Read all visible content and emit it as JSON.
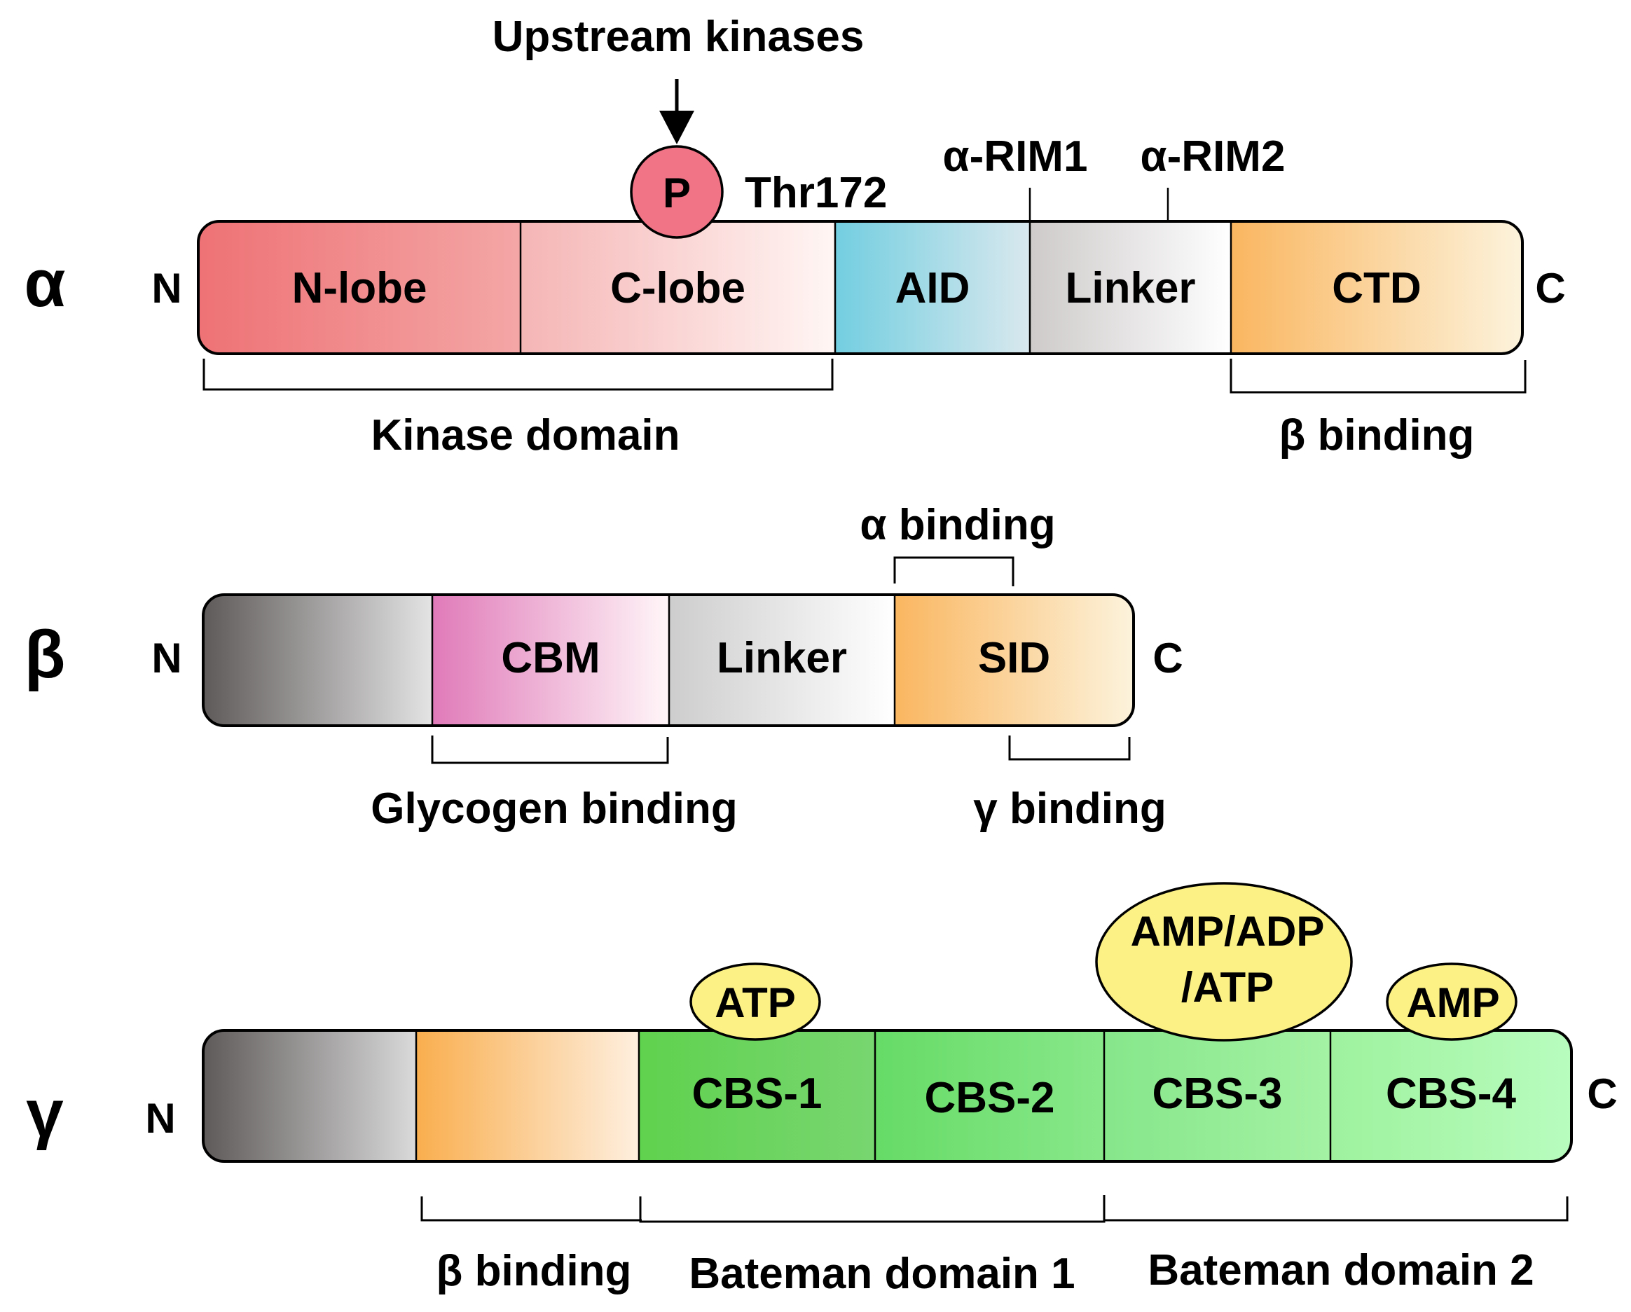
{
  "title": "AMPK subunit domain structure",
  "colors": {
    "phospho": "#F07386",
    "ligand": "#FBF184",
    "stroke": "#000000"
  },
  "proteins": [
    {
      "id": "alpha",
      "symbol": "α",
      "n_label": "N",
      "c_label": "C",
      "segments": [
        {
          "label": "N-lobe",
          "from": "#EE7275",
          "to": "#F4A6A6"
        },
        {
          "label": "C-lobe",
          "from": "#F5B5B5",
          "to": "#FFF6F4"
        },
        {
          "label": "AID",
          "from": "#72CEE0",
          "to": "#D9E8EE"
        },
        {
          "label": "Linker",
          "from": "#CECACA",
          "to": "#FFFFFF"
        },
        {
          "label": "CTD",
          "from": "#FAB660",
          "to": "#FCF3DC"
        }
      ],
      "above_ticks": [
        {
          "label": "α-RIM1"
        },
        {
          "label": "α-RIM2"
        }
      ],
      "phosphosite": {
        "symbol": "P",
        "residue": "Thr172",
        "upstream": "Upstream kinases"
      },
      "brackets_below": [
        {
          "label": "Kinase domain"
        },
        {
          "label": "β binding"
        }
      ]
    },
    {
      "id": "beta",
      "symbol": "β",
      "n_label": "N",
      "c_label": "C",
      "segments": [
        {
          "label": "",
          "from": "#5F5A5A",
          "to": "#E4E4E4"
        },
        {
          "label": "CBM",
          "from": "#E07AB9",
          "to": "#FFF6F8"
        },
        {
          "label": "Linker",
          "from": "#CECDCD",
          "to": "#FFFFFF"
        },
        {
          "label": "SID",
          "from": "#FAB660",
          "to": "#FCF3DC"
        }
      ],
      "brackets_above": [
        {
          "label": "α binding"
        }
      ],
      "brackets_below": [
        {
          "label": "Glycogen binding"
        },
        {
          "label": "γ binding"
        }
      ]
    },
    {
      "id": "gamma",
      "symbol": "γ",
      "n_label": "N",
      "c_label": "C",
      "segments": [
        {
          "label": "",
          "from": "#5F5A5A",
          "to": "#DADADA"
        },
        {
          "label": "",
          "from": "#F9AE4E",
          "to": "#FEEFDF"
        },
        {
          "label": "CBS-1",
          "from": "#5FD24E",
          "to": "#78D670"
        },
        {
          "label": "CBS-2",
          "from": "#66DB66",
          "to": "#88E88A"
        },
        {
          "label": "CBS-3",
          "from": "#86E68A",
          "to": "#A4F2A4"
        },
        {
          "label": "CBS-4",
          "from": "#9EF29E",
          "to": "#B8FCBE"
        }
      ],
      "ligands": [
        {
          "lines": [
            "ATP"
          ]
        },
        {
          "lines": [
            "AMP/ADP",
            "/ATP"
          ]
        },
        {
          "lines": [
            "AMP"
          ]
        }
      ],
      "brackets_below": [
        {
          "label": "β binding"
        },
        {
          "label": "Bateman domain 1"
        },
        {
          "label": "Bateman domain 2"
        }
      ]
    }
  ]
}
